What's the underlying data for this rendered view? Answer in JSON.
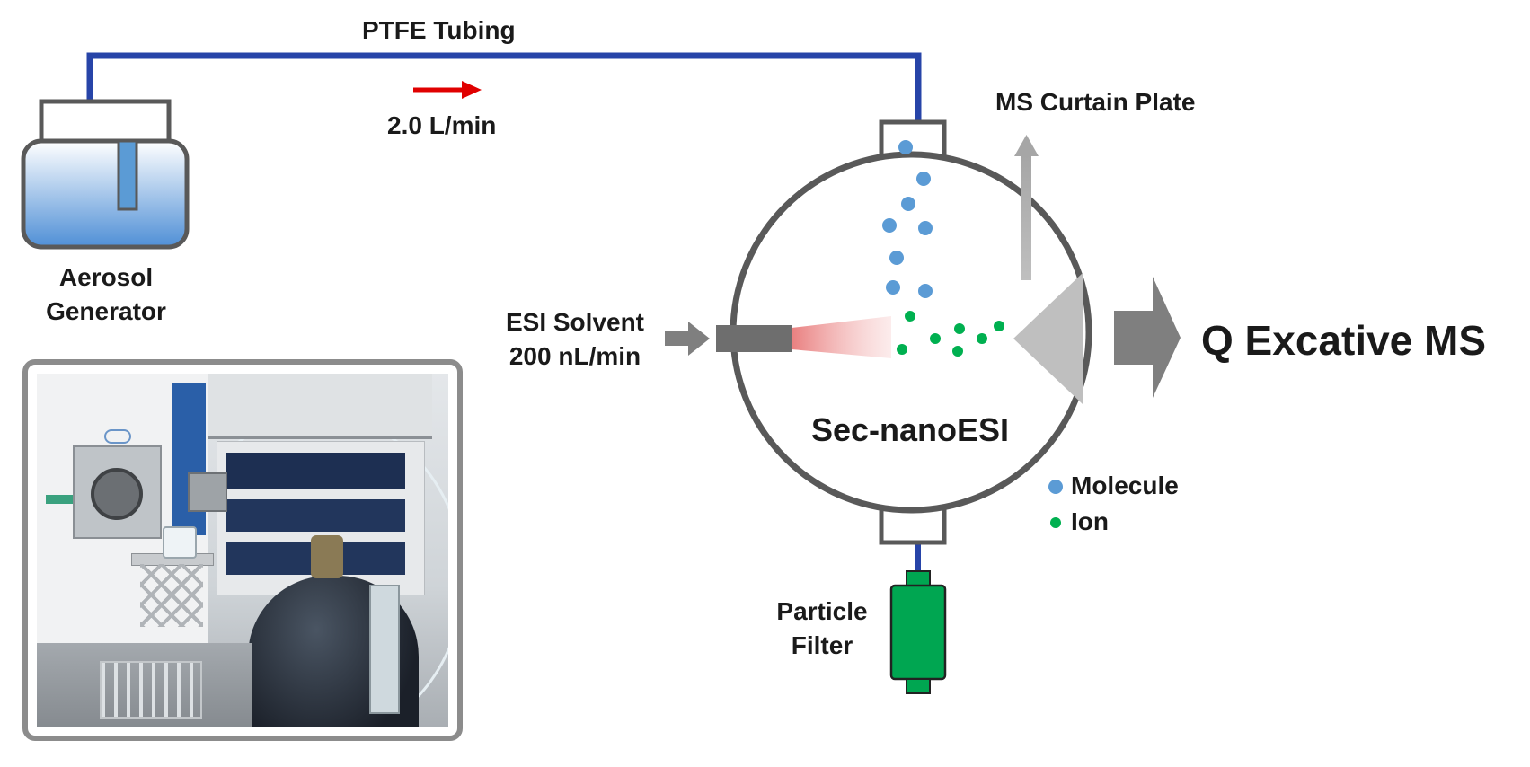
{
  "labels": {
    "tubing": "PTFE Tubing",
    "flow_rate": "2.0 L/min",
    "generator_line1": "Aerosol",
    "generator_line2": "Generator",
    "curtain_plate": "MS Curtain Plate",
    "esi_line1": "ESI Solvent",
    "esi_line2": "200 nL/min",
    "ms": "Q Excative MS",
    "source": "Sec-nanoESI",
    "legend_molecule": "Molecule",
    "legend_ion": "Ion",
    "filter_line1": "Particle",
    "filter_line2": "Filter"
  },
  "colors": {
    "tubing": "#2744a8",
    "molecule": "#5b9bd5",
    "ion": "#00b050",
    "filter": "#00a651",
    "flow_arrow": "#e00000",
    "chamber": "#595959",
    "gray_arrow": "#7f7f7f"
  }
}
